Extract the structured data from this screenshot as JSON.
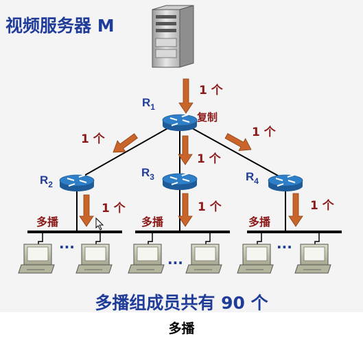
{
  "title": "视频服务器 M",
  "routers": [
    {
      "id": "R1",
      "main": "R",
      "sub": "1"
    },
    {
      "id": "R2",
      "main": "R",
      "sub": "2"
    },
    {
      "id": "R3",
      "main": "R",
      "sub": "3"
    },
    {
      "id": "R4",
      "main": "R",
      "sub": "4"
    }
  ],
  "copy_label": "复制",
  "packet_label": "1 个",
  "lan_label": "多播",
  "ellipsis": "...",
  "caption": "多播组成员共有 90 个",
  "footer": "多播",
  "colors": {
    "title": "#1f3c99",
    "label": "#8b1a1a",
    "arrow": "#c9652a",
    "router": "#2f7fc8",
    "line": "#000000"
  }
}
